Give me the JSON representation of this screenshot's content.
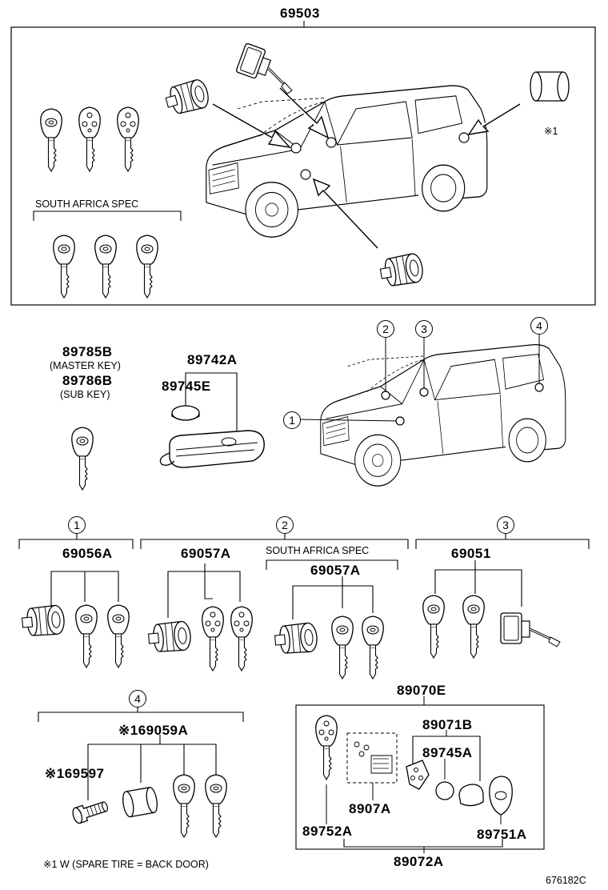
{
  "labels": {
    "p69503": "69503",
    "p89785b": "89785B",
    "master_key": "(MASTER KEY)",
    "p89786b": "89786B",
    "sub_key": "(SUB KEY)",
    "p89742a": "89742A",
    "p89745e": "89745E",
    "p69056a": "69056A",
    "p69057a_1": "69057A",
    "p69057a_2": "69057A",
    "p69051": "69051",
    "p89070e": "89070E",
    "p69059a": "※169059A",
    "p69597": "※169597",
    "p89071b": "89071B",
    "p89745a": "89745A",
    "p8907a": "8907A",
    "p89752a": "89752A",
    "p89751a": "89751A",
    "p89072a": "89072A",
    "note1": "※1",
    "sa_spec_top": "SOUTH AFRICA SPEC",
    "sa_spec_mid": "SOUTH AFRICA SPEC",
    "footnote": "※1 W (SPARE TIRE =  BACK DOOR)",
    "diagram_id": "676182C"
  },
  "callouts": {
    "c1": "1",
    "c2": "2",
    "c3": "3",
    "c4": "4",
    "g1": "1",
    "g2": "2",
    "g3": "3",
    "g4": "4"
  },
  "icons": [
    "key-icon",
    "smart-key-fob-icon",
    "battery-cell-icon",
    "lock-cylinder-icon",
    "door-latch-icon",
    "vehicle-suv-icon"
  ]
}
